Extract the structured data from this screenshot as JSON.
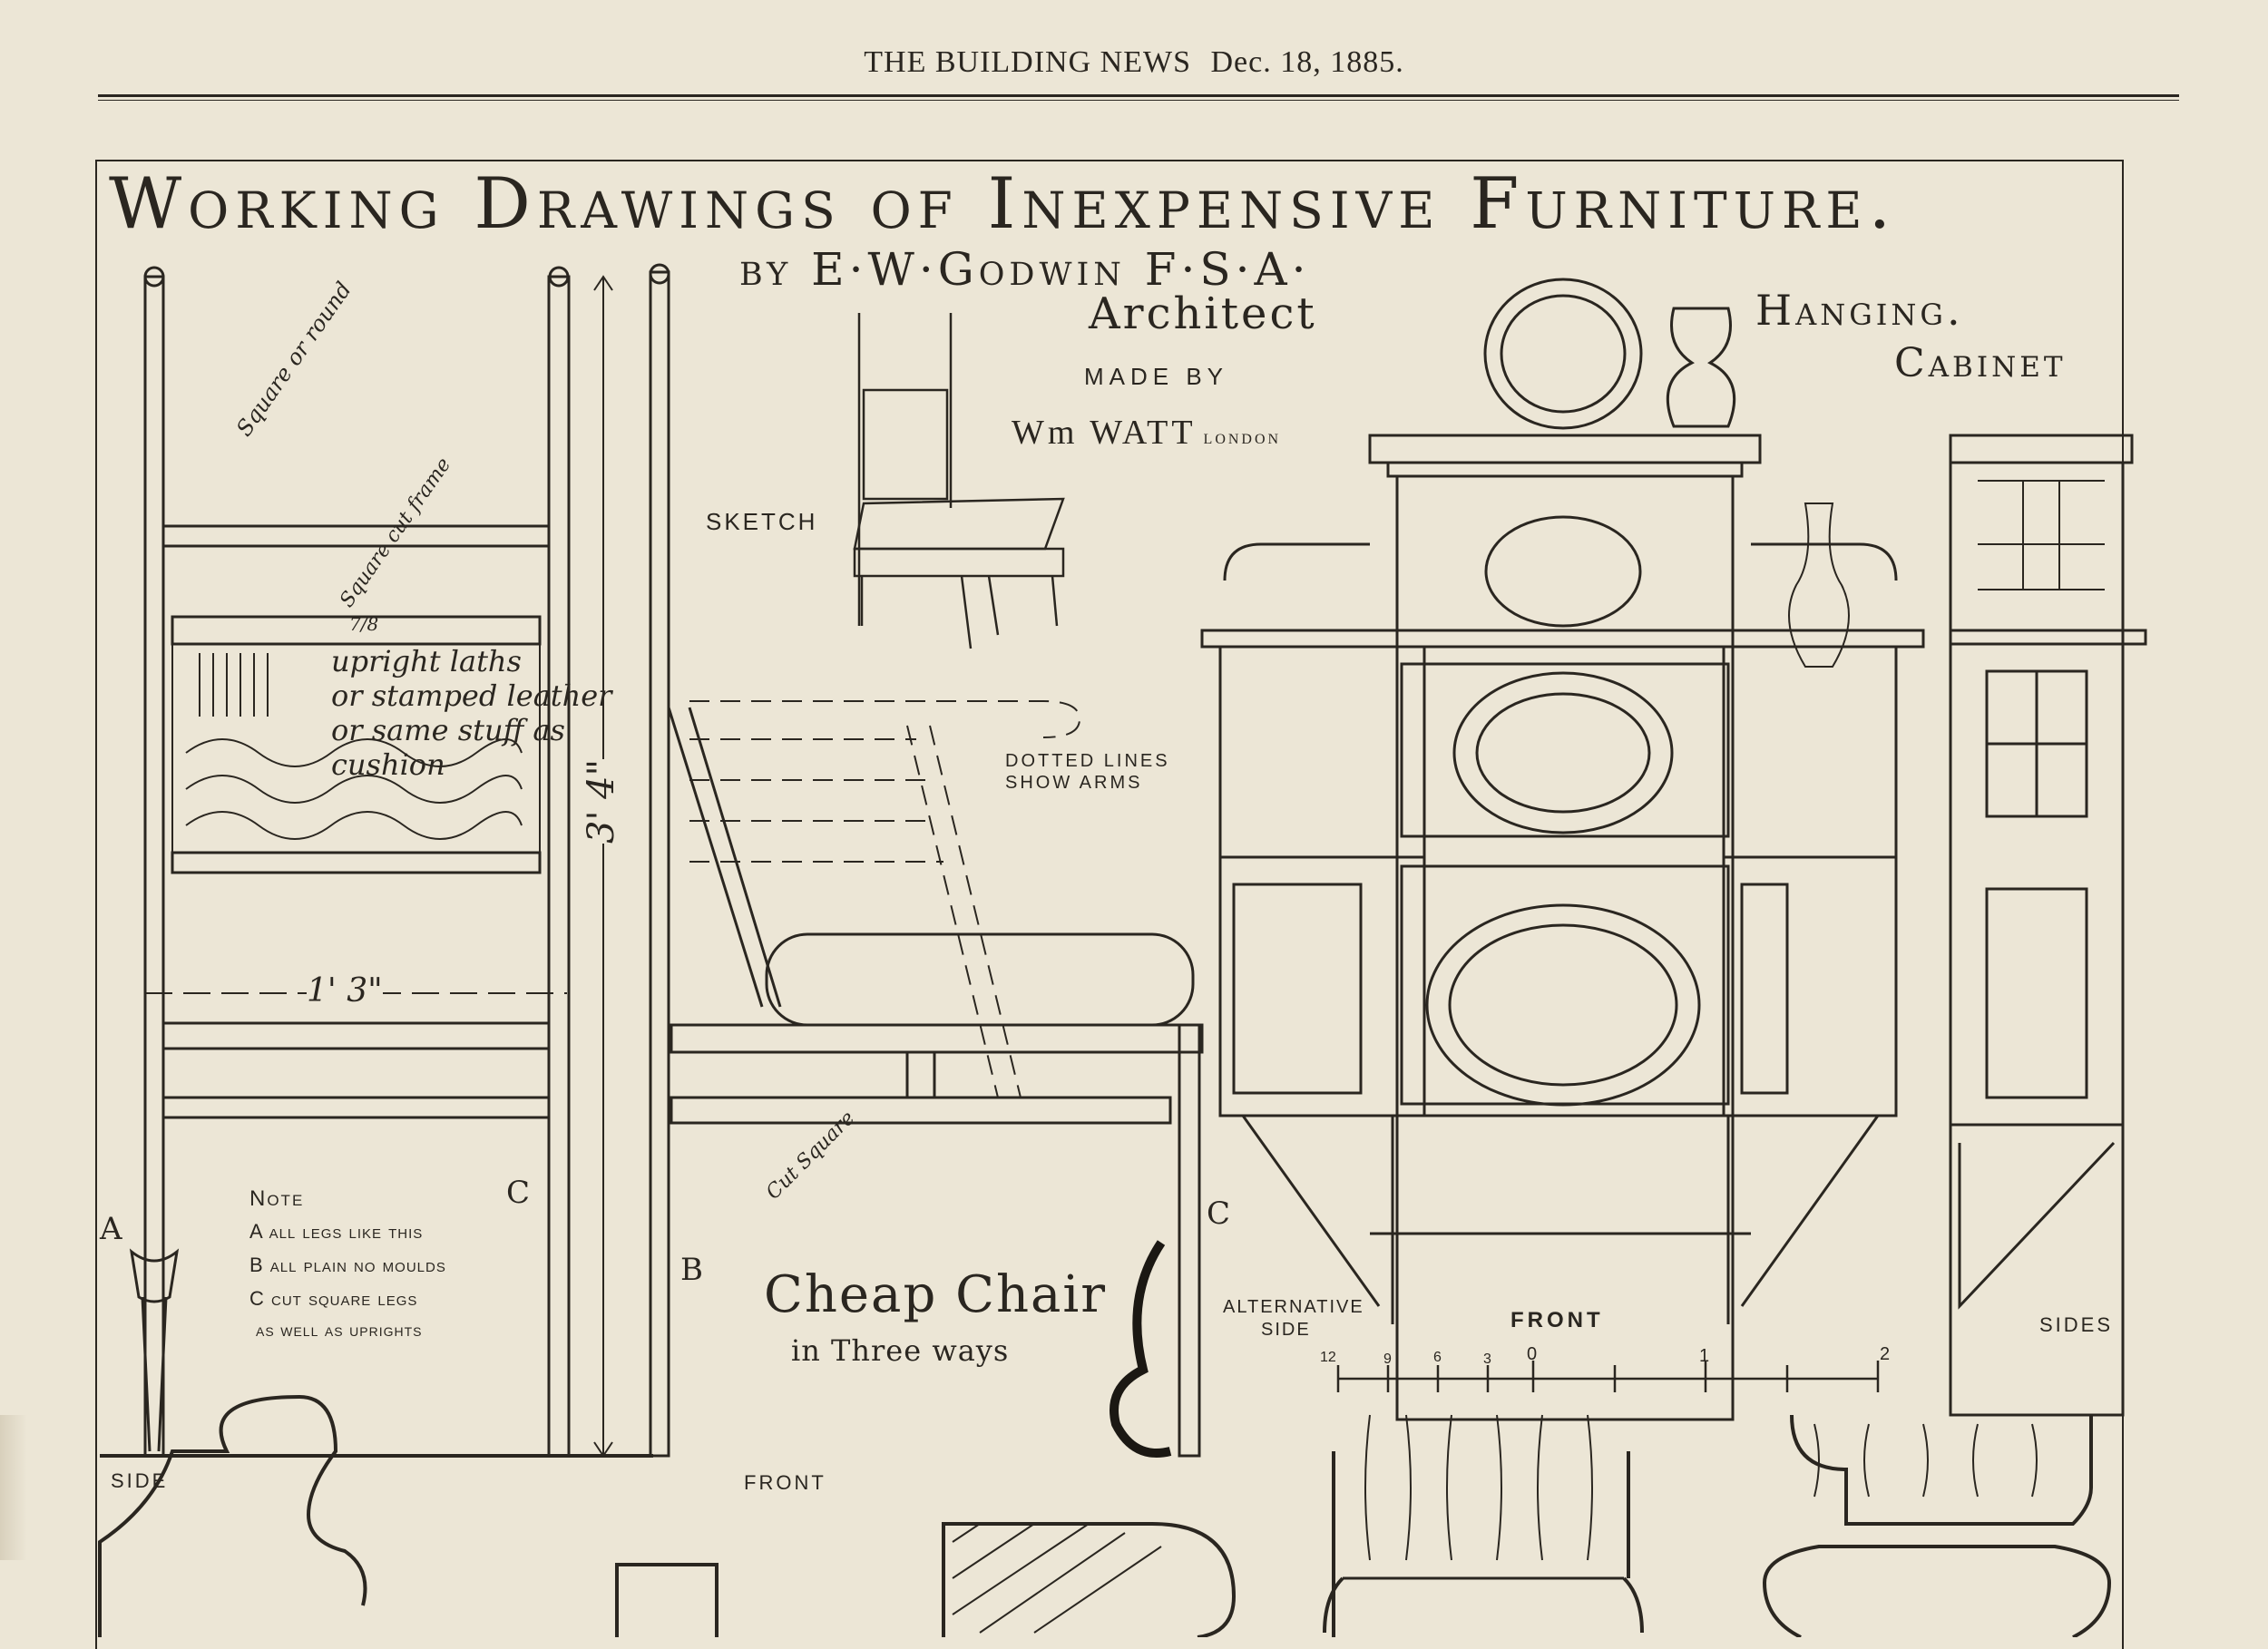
{
  "header": {
    "publication": "THE BUILDING NEWS",
    "date": "Dec. 18, 1885."
  },
  "plate": {
    "title": "Working Drawings of Inexpensive Furniture.",
    "byline": "by E·W·Godwin F·S·A·",
    "role": "Architect",
    "made_by": "MADE BY",
    "maker": "Wm WATT",
    "maker_city": "LONDON"
  },
  "chair": {
    "sketch_label": "SKETCH",
    "note_square_round": "Square or round",
    "note_square_frame": "Square cut frame",
    "note_fraction": "7/8",
    "note_laths_1": "upright laths",
    "note_laths_2": "or stamped leather",
    "note_laths_3": "or same stuff as",
    "note_laths_4": "cushion",
    "dim_height": "3' 4\"",
    "dim_width": "1' 3\"",
    "dotted_lines_1": "DOTTED LINES",
    "dotted_lines_2": "SHOW ARMS",
    "cut_square": "Cut Square",
    "mark_a": "A",
    "mark_b": "B",
    "mark_c1": "C",
    "mark_c2": "C",
    "note_title": "Note",
    "note_a": "A all legs like this",
    "note_b": "B all plain no moulds",
    "note_c": "C cut square legs",
    "note_c2": "as well as uprights",
    "caption_1": "Cheap Chair",
    "caption_2": "in Three ways",
    "side_label": "SIDE",
    "front_label": "FRONT"
  },
  "cabinet": {
    "title_1": "Hanging.",
    "title_2": "Cabinet",
    "alt_side_1": "ALTERNATIVE",
    "alt_side_2": "SIDE",
    "front_label": "FRONT",
    "sides_label": "SIDES",
    "scale_ticks": [
      "12",
      "9",
      "6",
      "3",
      "0",
      "1",
      "2"
    ]
  }
}
